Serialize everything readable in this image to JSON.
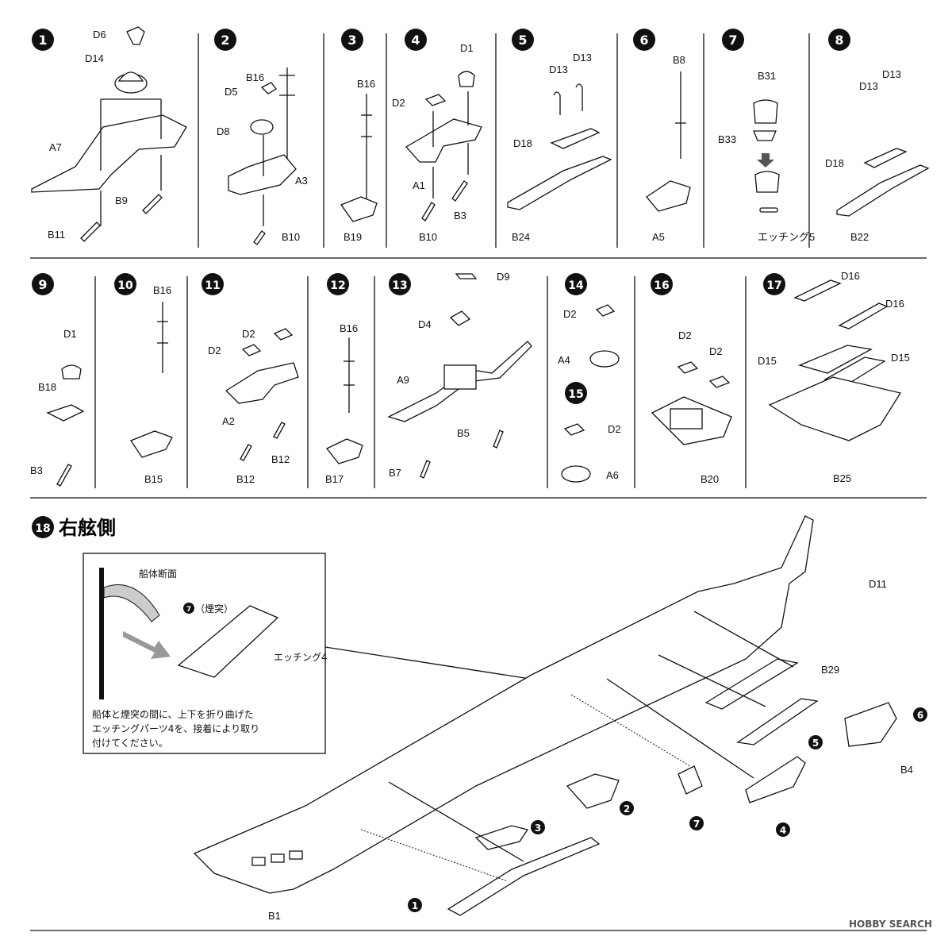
{
  "steps": [
    {
      "number": "1",
      "labels": [
        "D6",
        "D14",
        "A7",
        "B9",
        "B11"
      ]
    },
    {
      "number": "2",
      "labels": [
        "B16",
        "D5",
        "D8",
        "A3",
        "B10"
      ]
    },
    {
      "number": "3",
      "labels": [
        "B16",
        "B19"
      ]
    },
    {
      "number": "4",
      "labels": [
        "D1",
        "D2",
        "A1",
        "B3",
        "B10"
      ]
    },
    {
      "number": "5",
      "labels": [
        "D13",
        "D13",
        "D18",
        "B24"
      ]
    },
    {
      "number": "6",
      "labels": [
        "B8",
        "A5"
      ]
    },
    {
      "number": "7",
      "labels": [
        "B31",
        "B33",
        "エッチング5"
      ]
    },
    {
      "number": "8",
      "labels": [
        "D13",
        "D13",
        "D18",
        "B22"
      ]
    },
    {
      "number": "9",
      "labels": [
        "D1",
        "B18",
        "B3"
      ]
    },
    {
      "number": "10",
      "labels": [
        "B16",
        "B15"
      ]
    },
    {
      "number": "11",
      "labels": [
        "D2",
        "D2",
        "A2",
        "B12",
        "B12"
      ]
    },
    {
      "number": "12",
      "labels": [
        "B16",
        "B17"
      ]
    },
    {
      "number": "13",
      "labels": [
        "D9",
        "D4",
        "A9",
        "B5",
        "B7"
      ]
    },
    {
      "number": "14",
      "labels": [
        "D2",
        "A4"
      ]
    },
    {
      "number": "15",
      "labels": [
        "D2",
        "A6"
      ]
    },
    {
      "number": "16",
      "labels": [
        "D2",
        "D2",
        "B20"
      ]
    },
    {
      "number": "17",
      "labels": [
        "D16",
        "D16",
        "D15",
        "D15",
        "B25"
      ]
    }
  ],
  "step18": {
    "number": "18",
    "title": "右舷側",
    "labels": [
      "D11",
      "B29",
      "B4",
      "B1"
    ],
    "refs": [
      "6",
      "5",
      "7",
      "4",
      "3",
      "2",
      "1"
    ],
    "inset": {
      "hull_section": "船体断面",
      "funnel_ref_num": "7",
      "funnel": "（煙突）",
      "etching": "エッチング4",
      "note_line1": "船体と煙突の間に、上下を折り曲げた",
      "note_line2": "エッチングパーツ4を、接着により取り",
      "note_line3": "付けてください。"
    }
  },
  "watermark": "HOBBY SEARCH"
}
